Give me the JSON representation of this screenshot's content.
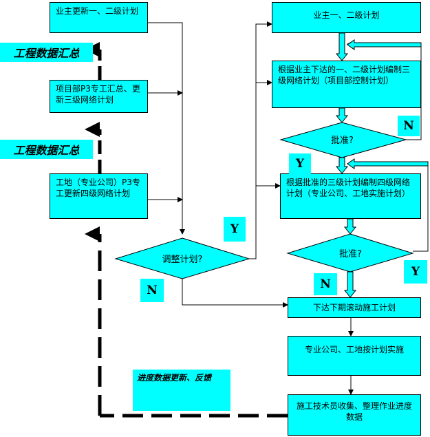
{
  "boxes": {
    "owner_update": "业主更新一、二级计划",
    "pm_p3": "项目部P3专工汇总、更新三级网络计划",
    "site_p3": "工地（专业公司）P3专工更新四级网络计划",
    "owner_plan": "业主一、二级计划",
    "level3": "根据业主下达的一、二级计划编制三级网络计划（项目部控制计划）",
    "level4": "根据批准的三级计划编制四级网络计划（专业公司、工地实施计划）",
    "next_period": "下达下期滚动施工计划",
    "implement": "专业公司、工地按计划实施",
    "collect": "施工技术员收集、整理作业进度数据"
  },
  "decisions": {
    "adjust": "调整计划?",
    "approve1": "批准?",
    "approve2": "批准?"
  },
  "labels": {
    "summary_top": "工程数据汇总",
    "summary_mid": "工程数据汇总",
    "feedback": "进度数据更新、反馈",
    "n_right_top": "N",
    "y_mid": "Y",
    "y_adjust": "Y",
    "n_adjust": "N",
    "n_bottom": "N",
    "y_right_bottom": "Y"
  },
  "colors": {
    "fill": "#00ffff",
    "line": "#000000"
  }
}
